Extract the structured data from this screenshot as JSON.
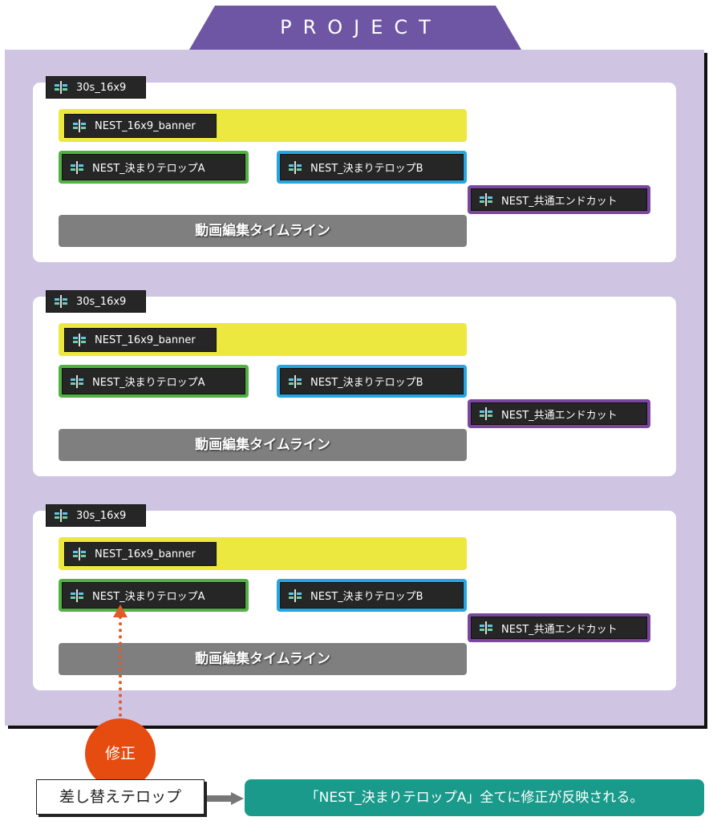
{
  "header": {
    "title": "PROJECT"
  },
  "cards": [
    {
      "sequence": "30s_16x9",
      "banner": "NEST_16x9_banner",
      "telopA": "NEST_決まりテロップA",
      "telopB": "NEST_決まりテロップB",
      "endcut": "NEST_共通エンドカット",
      "timeline": "動画編集タイムライン"
    },
    {
      "sequence": "30s_16x9",
      "banner": "NEST_16x9_banner",
      "telopA": "NEST_決まりテロップA",
      "telopB": "NEST_決まりテロップB",
      "endcut": "NEST_共通エンドカット",
      "timeline": "動画編集タイムライン"
    },
    {
      "sequence": "30s_16x9",
      "banner": "NEST_16x9_banner",
      "telopA": "NEST_決まりテロップA",
      "telopB": "NEST_決まりテロップB",
      "endcut": "NEST_共通エンドカット",
      "timeline": "動画編集タイムライン"
    }
  ],
  "annotation": {
    "badge": "修正",
    "label": "差し替えテロップ",
    "result": "「NEST_決まりテロップA」全てに修正が反映される。"
  },
  "colors": {
    "header": "#6e56a4",
    "panel": "#cfc4e2",
    "banner": "#ece83f",
    "telopA": "#52b142",
    "telopB": "#26a6e0",
    "endcut": "#7b46a0",
    "timeline": "#7f7f7f",
    "badge": "#e64b10",
    "result": "#1a9a8b"
  }
}
